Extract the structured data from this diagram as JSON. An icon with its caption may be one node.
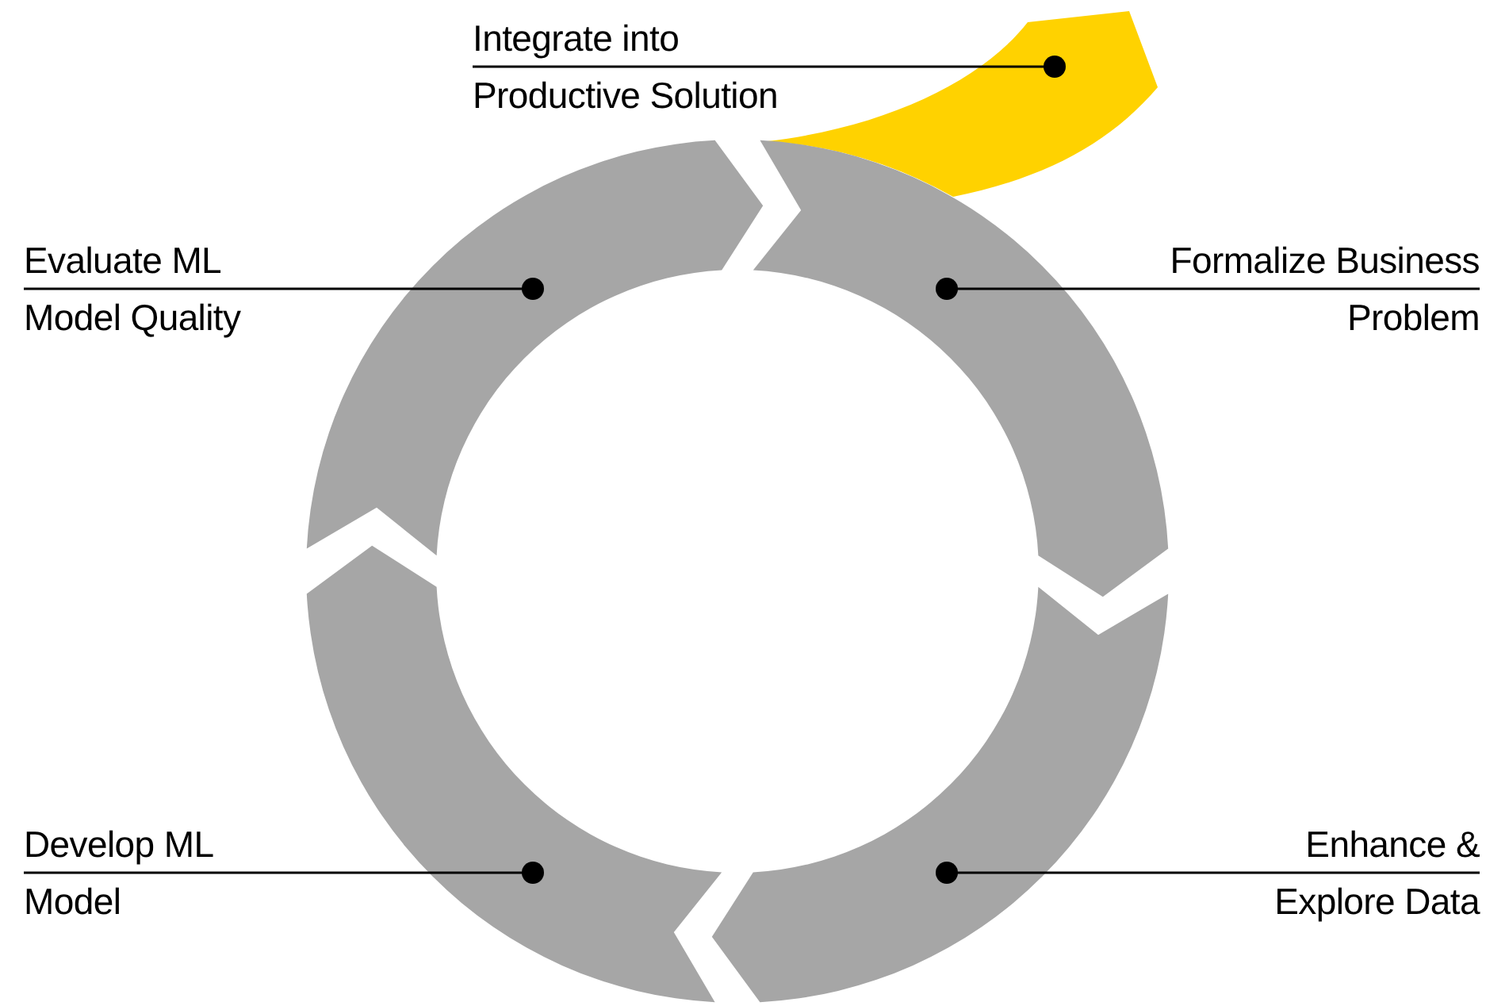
{
  "diagram": {
    "nodes": [
      {
        "text": [
          "Integrate into Productive Solution"
        ]
      },
      {
        "text": [],
        "shape": "band"
      },
      {
        "text": [
          "Evaluate ML Model Quality"
        ]
      },
      {
        "text": [
          "Formalize Business Problem"
        ]
      },
      {
        "text": [],
        "shape": "arc"
      },
      {
        "text": [],
        "shape": "arc"
      },
      {
        "text": [],
        "shape": "arc"
      },
      {
        "text": [],
        "shape": "arc"
      },
      {
        "text": [
          "Develop ML Model"
        ]
      },
      {
        "text": [
          "Enhance & Explore Data"
        ]
      }
    ],
    "edges": [
      {
        "from": 0,
        "to": 1,
        "arrow": "other"
      },
      {
        "from": 2,
        "to": 4,
        "arrow": "other"
      },
      {
        "from": 3,
        "to": 5,
        "arrow": "other"
      },
      {
        "from": 8,
        "to": 6,
        "arrow": "other"
      },
      {
        "from": 9,
        "to": 7,
        "arrow": "other"
      }
    ]
  }
}
